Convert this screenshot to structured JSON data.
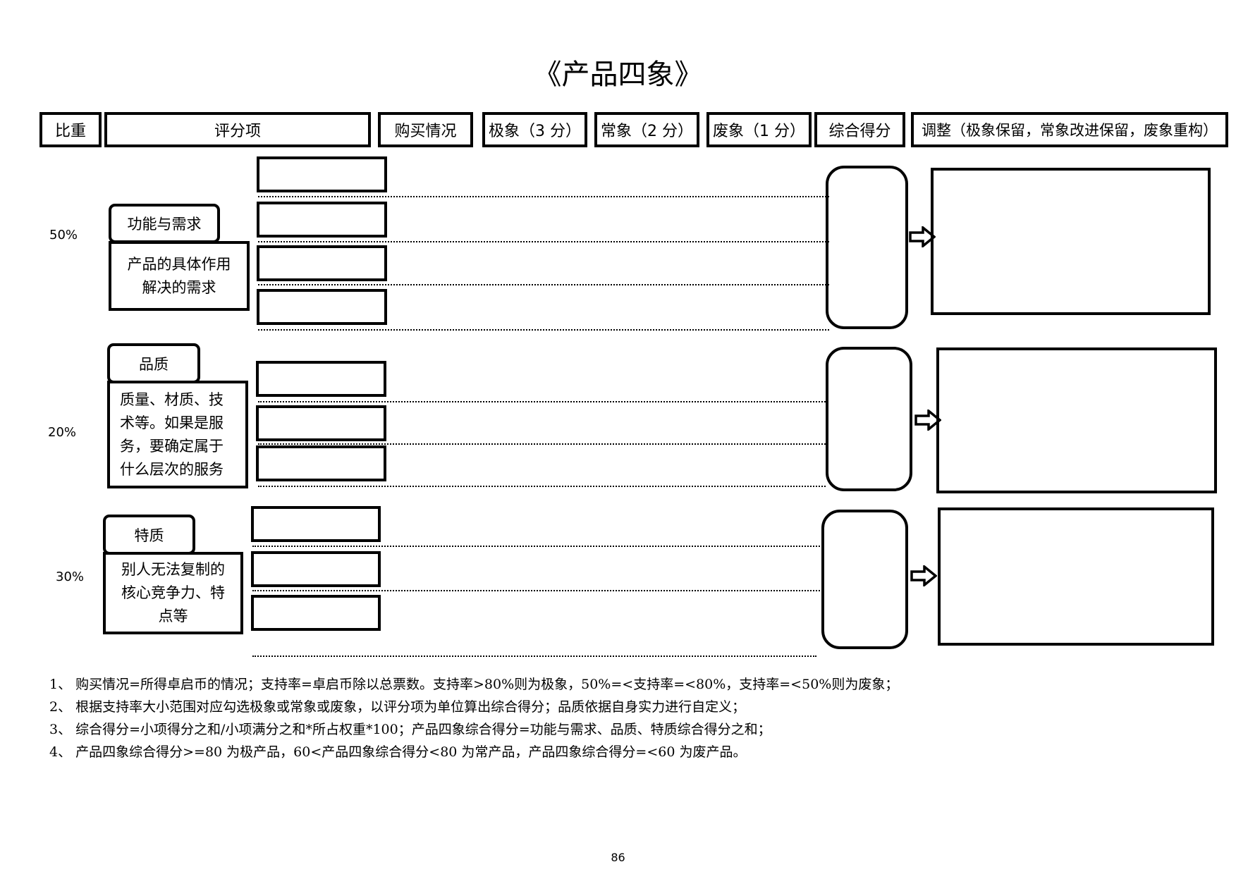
{
  "title": "《产品四象》",
  "header": {
    "weight": "比重",
    "item": "评分项",
    "purchase": "购买情况",
    "ji": "极象（3 分）",
    "chang": "常象（2 分）",
    "fei": "废象（1 分）",
    "total": "综合得分",
    "adjust": "调整（极象保留，常象改进保留，废象重构）"
  },
  "sections": [
    {
      "weight": "50%",
      "tag": "功能与需求",
      "desc": "产品的具体作用\n解决的需求"
    },
    {
      "weight": "20%",
      "tag": "品质",
      "desc": "质量、材质、技\n术等。如果是服\n务，要确定属于\n什么层次的服务"
    },
    {
      "weight": "30%",
      "tag": "特质",
      "desc": "别人无法复制的\n核心竞争力、特\n点等"
    }
  ],
  "notes": [
    "1、 购买情况=所得卓启币的情况；支持率=卓启币除以总票数。支持率>80%则为极象，50%=<支持率=<80%，支持率=<50%则为废象；",
    "2、 根据支持率大小范围对应勾选极象或常象或废象，以评分项为单位算出综合得分；品质依据自身实力进行自定义；",
    "3、 综合得分=小项得分之和/小项满分之和*所占权重*100；产品四象综合得分=功能与需求、品质、特质综合得分之和；",
    "4、 产品四象综合得分>=80 为极产品，60<产品四象综合得分<80 为常产品，产品四象综合得分=<60 为废产品。"
  ],
  "page_number": "86"
}
